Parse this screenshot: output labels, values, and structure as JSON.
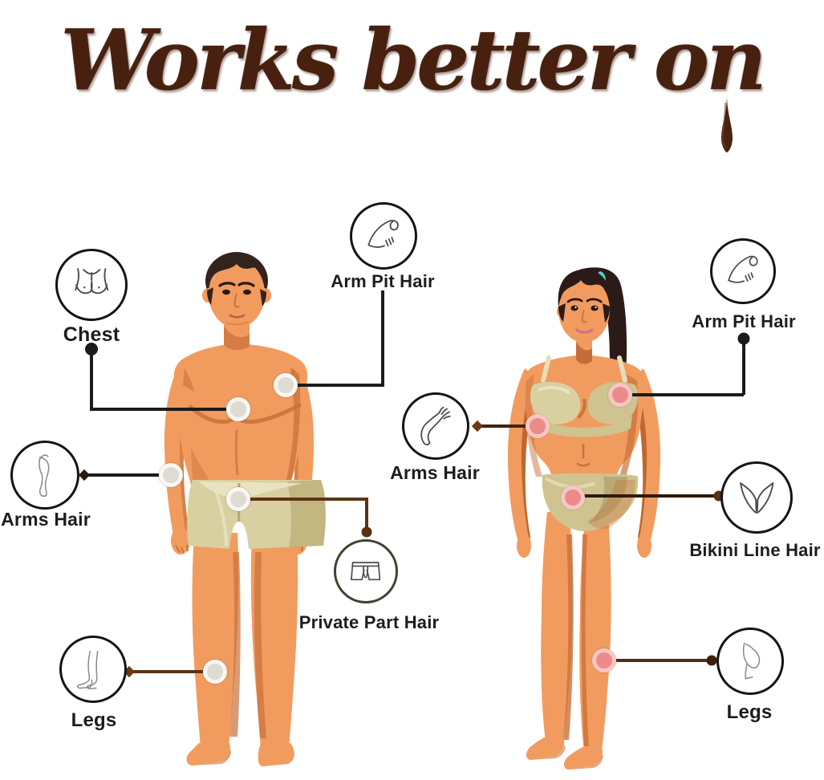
{
  "title": {
    "text": "Works better on"
  },
  "callouts": {
    "male_chest": {
      "label": "Chest",
      "icon": "chest-icon"
    },
    "male_armpit": {
      "label": "Arm Pit Hair",
      "icon": "raised-arm-icon"
    },
    "male_arms": {
      "label": "Arms Hair",
      "icon": "arm-icon"
    },
    "male_private": {
      "label": "Private Part Hair",
      "icon": "boxer-shorts-icon"
    },
    "male_legs": {
      "label": "Legs",
      "icon": "legs-icon"
    },
    "female_armpit": {
      "label": "Arm Pit Hair",
      "icon": "raised-arm-icon"
    },
    "female_arms": {
      "label": "Arms Hair",
      "icon": "arm-hand-icon"
    },
    "female_bikini": {
      "label": "Bikini Line Hair",
      "icon": "bikini-bottom-icon"
    },
    "female_legs": {
      "label": "Legs",
      "icon": "bent-leg-icon"
    }
  },
  "figures": {
    "left": "male",
    "right": "female"
  },
  "colors": {
    "title_chocolate": "#47200f",
    "connector_black": "#1b1b1b",
    "connector_brown": "#5b3414",
    "marker_male": "#dedbd3",
    "marker_female": "#ec8b89",
    "skin": "#f29b5f",
    "skin_shade": "#c9713a",
    "garment_khaki": "#d9d0a2",
    "hair_dark": "#33231f",
    "hair_tie_teal": "#5ad1d8"
  }
}
